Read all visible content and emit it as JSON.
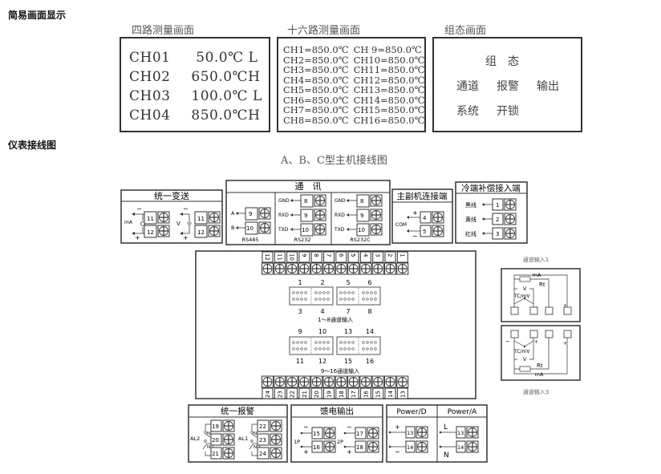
{
  "sections": {
    "simple_display": "简易画面显示",
    "wiring": "仪表接线图"
  },
  "screens": {
    "four_channel": {
      "caption": "四路测量画面",
      "rows": [
        {
          "ch": "CH01",
          "value": "  50.0℃",
          "flag": " L"
        },
        {
          "ch": "CH02",
          "value": " 650.0℃",
          "flag": "H"
        },
        {
          "ch": "CH03",
          "value": " 100.0℃",
          "flag": " L"
        },
        {
          "ch": "CH04",
          "value": " 850.0℃",
          "flag": "H"
        }
      ]
    },
    "sixteen_channel": {
      "caption": "十六路测量画面",
      "rows": [
        {
          "left": "CH1=850.0℃",
          "right": "CH 9=850.0℃"
        },
        {
          "left": "CH2=850.0℃",
          "right": "CH10=850.0℃"
        },
        {
          "left": "CH3=850.0℃",
          "right": "CH11=850.0℃"
        },
        {
          "left": "CH4=850.0℃",
          "right": "CH12=850.0℃"
        },
        {
          "left": "CH5=850.0℃",
          "right": "CH13=850.0℃"
        },
        {
          "left": "CH6=850.0℃",
          "right": "CH14=850.0℃"
        },
        {
          "left": "CH7=850.0℃",
          "right": "CH15=850.0℃"
        },
        {
          "left": "CH8=850.0℃",
          "right": "CH16=850.0℃"
        }
      ]
    },
    "config": {
      "caption": "组态画面",
      "title": "组　态",
      "items": [
        "通道",
        "报警",
        "输出",
        "系统",
        "开锁"
      ]
    }
  },
  "diagram": {
    "caption": "A、B、C型主机接线图",
    "transmit": {
      "title": "统一变送",
      "ma_label": "mA",
      "v_label": "V",
      "terminals": [
        "11",
        "12",
        "11",
        "12"
      ],
      "minus": "−",
      "plus": "+"
    },
    "comm": {
      "title": "通　讯",
      "rs485": {
        "label": "RS485",
        "signals": [
          "A",
          "B"
        ],
        "terminals": [
          "9",
          "10"
        ]
      },
      "rs232": {
        "label": "RS232",
        "signals": [
          "GND",
          "RXD",
          "TXD"
        ],
        "terminals": [
          "8",
          "9",
          "10"
        ]
      },
      "rs232c": {
        "label": "RS232C",
        "signals": [
          "GND",
          "RXD",
          "TXD"
        ],
        "terminals": [
          "8",
          "9",
          "10"
        ]
      }
    },
    "master_slave": {
      "title": "主副机连接端",
      "com_label": "COM",
      "terminals": [
        "4",
        "5"
      ],
      "plus": "+",
      "minus": "−"
    },
    "cold_junction": {
      "title": "冷端补偿接入端",
      "wires": [
        "黑线",
        "黄线",
        "红线"
      ],
      "terminals": [
        "1",
        "2",
        "3"
      ]
    },
    "main_unit": {
      "top_terminals": [
        "12",
        "11",
        "10",
        "9",
        "8",
        "7",
        "6",
        "5",
        "4",
        "3",
        "2",
        "1"
      ],
      "bottom_terminals": [
        "24",
        "23",
        "22",
        "21",
        "20",
        "19",
        "18",
        "17",
        "16",
        "15",
        "14",
        "13"
      ],
      "group1": {
        "top": [
          "1",
          "2",
          "5",
          "6"
        ],
        "bottom": [
          "3",
          "4",
          "7",
          "8"
        ],
        "label": "1～8通道输入"
      },
      "group2": {
        "top": [
          "9",
          "10",
          "13",
          "14"
        ],
        "bottom": [
          "11",
          "12",
          "15",
          "16"
        ],
        "label": "9～16通道输入"
      }
    },
    "input1": {
      "caption": "通道输入1",
      "ma": "mA",
      "rt": "Rt",
      "v": "V",
      "tc": "TC/mV",
      "minus": "−",
      "plus": "+"
    },
    "input3": {
      "caption": "通道输入3",
      "ma": "mA",
      "rt": "Rt",
      "v": "V",
      "tc": "TC/mV",
      "minus": "−",
      "plus": "+"
    },
    "alarm": {
      "title": "统一报警",
      "al2": {
        "label": "AL2",
        "nc": "NC",
        "no": "NO",
        "terminals": [
          "19",
          "20",
          "21"
        ]
      },
      "al1": {
        "label": "AL1",
        "nc": "NC",
        "no": "NO",
        "terminals": [
          "22",
          "23",
          "24"
        ]
      }
    },
    "feed_output": {
      "title": "馈电输出",
      "p1": {
        "label": "1P",
        "terminals": [
          "15",
          "16"
        ]
      },
      "p2": {
        "label": "2P",
        "terminals": [
          "17",
          "18"
        ]
      },
      "minus": "−",
      "plus": "+"
    },
    "power_d": {
      "title": "Power/D",
      "terminals": [
        "13",
        "14"
      ],
      "plus": "+",
      "minus": "−"
    },
    "power_a": {
      "title": "Power/A",
      "terminals": [
        "13",
        "14"
      ],
      "l": "L",
      "n": "N"
    }
  }
}
